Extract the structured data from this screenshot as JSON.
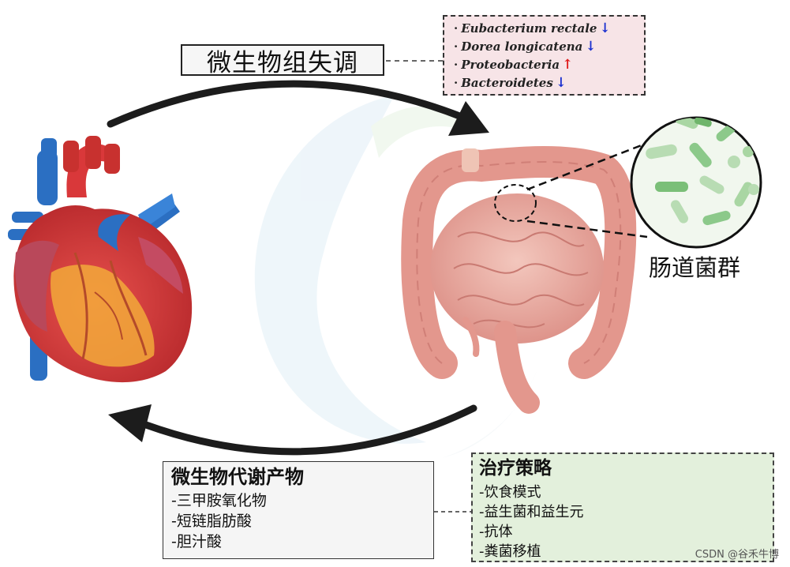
{
  "dysbiosis_label": "微生物组失调",
  "bacteria": [
    {
      "name": "Eubacterium rectale",
      "trend": "↓"
    },
    {
      "name": "Dorea longicatena",
      "trend": "↓"
    },
    {
      "name": "Proteobacteria",
      "trend": "↑"
    },
    {
      "name": "Bacteroidetes",
      "trend": "↓"
    }
  ],
  "gut_label": "肠道菌群",
  "metabolites": {
    "title": "微生物代谢产物",
    "items": [
      "-三甲胺氧化物",
      "-短链脂肪酸",
      "-胆汁酸"
    ]
  },
  "strategy": {
    "title": "治疗策略",
    "items": [
      "-饮食模式",
      "-益生菌和益生元",
      "-抗体",
      "-粪菌移植"
    ]
  },
  "watermark": "CSDN @谷禾牛博",
  "colors": {
    "arrow_down": "#1a2fcf",
    "arrow_up": "#e01a1a",
    "bacteria_box_bg": "#f7e4e7",
    "strategy_box_bg": "#e3f0dc",
    "heart_red": "#d9383a",
    "vessel_blue": "#2b6fc2",
    "intestine_pink": "#e8a89a",
    "bacteria_green": "#8cc98a"
  }
}
